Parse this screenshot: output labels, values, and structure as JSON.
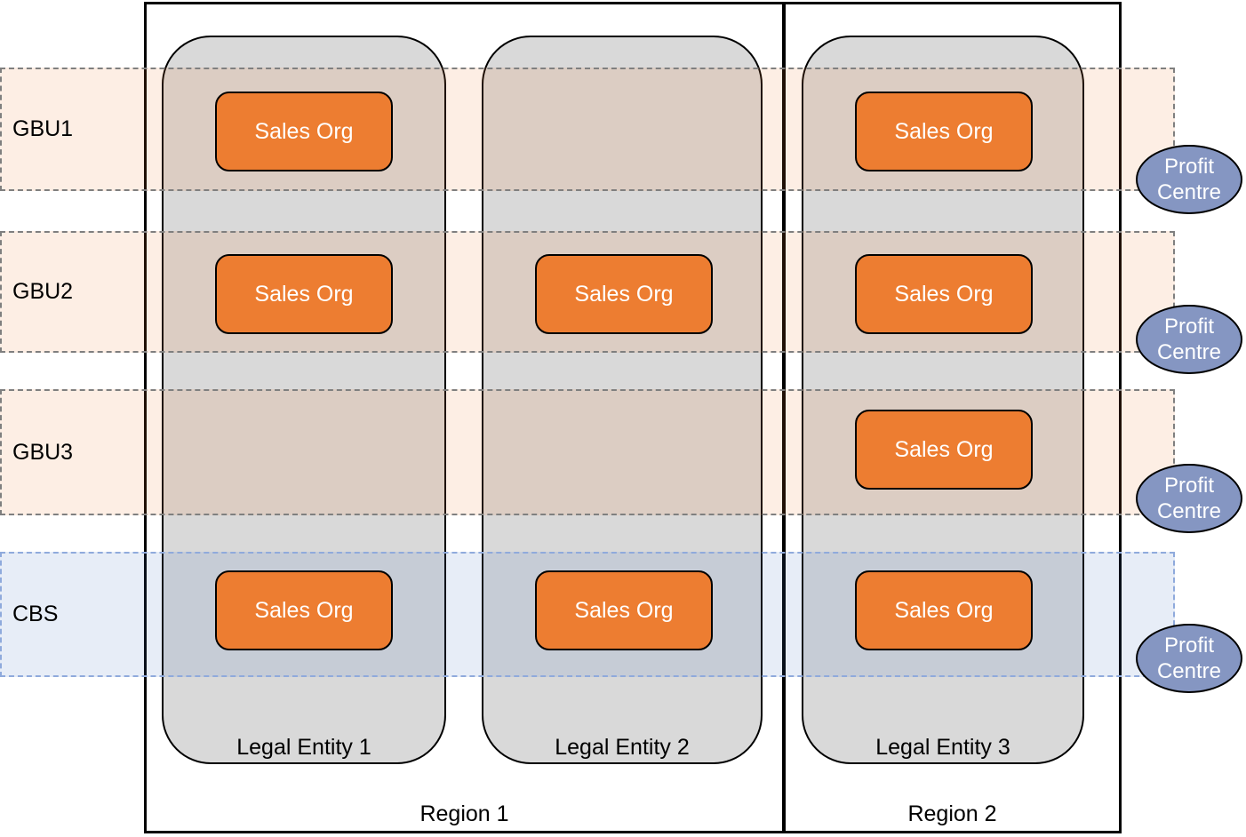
{
  "labels": {
    "sales_org": "Sales Org",
    "profit_centre_line1": "Profit",
    "profit_centre_line2": "Centre"
  },
  "regions": [
    {
      "label": "Region 1"
    },
    {
      "label": "Region 2"
    }
  ],
  "legal_entities": [
    {
      "label": "Legal Entity 1"
    },
    {
      "label": "Legal Entity 2"
    },
    {
      "label": "Legal Entity 3"
    }
  ],
  "bands": [
    {
      "label": "GBU1",
      "type": "gbu"
    },
    {
      "label": "GBU2",
      "type": "gbu"
    },
    {
      "label": "GBU3",
      "type": "gbu"
    },
    {
      "label": "CBS",
      "type": "cbs"
    }
  ],
  "structure": {
    "region_legal_entities": {
      "Region 1": [
        "Legal Entity 1",
        "Legal Entity 2"
      ],
      "Region 2": [
        "Legal Entity 3"
      ]
    },
    "sales_org_grid": {
      "GBU1": [
        "Legal Entity 1",
        "Legal Entity 3"
      ],
      "GBU2": [
        "Legal Entity 1",
        "Legal Entity 2",
        "Legal Entity 3"
      ],
      "GBU3": [
        "Legal Entity 3"
      ],
      "CBS": [
        "Legal Entity 1",
        "Legal Entity 2",
        "Legal Entity 3"
      ]
    },
    "profit_centre_bands": [
      "GBU1",
      "GBU2",
      "GBU3",
      "CBS"
    ]
  },
  "colors": {
    "sales_org_fill": "#ED7D31",
    "legal_entity_fill": "#D9D9D9",
    "profit_centre_fill": "#8596C2",
    "gbu_band_tint": "rgba(237,125,49,0.13)",
    "cbs_band_tint": "rgba(68,114,196,0.13)",
    "gbu_band_border": "#7F7F7F",
    "cbs_band_border": "#8FAADC",
    "shape_border": "#000000",
    "shape_text": "#FFFFFF"
  }
}
